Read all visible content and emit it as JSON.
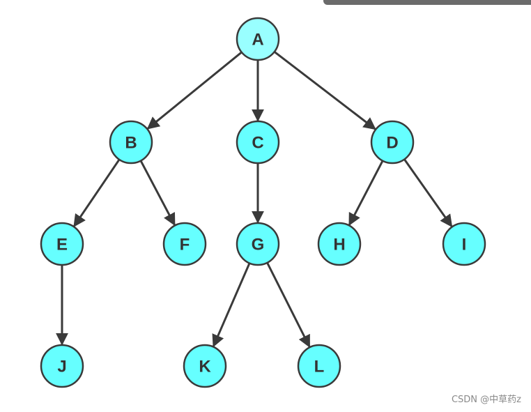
{
  "colors": {
    "node_fill": "#66ffff",
    "root_fill": "#99ffff",
    "stroke": "#3a3a3a"
  },
  "diagram": {
    "type": "tree",
    "nodes": [
      {
        "id": "A",
        "label": "A"
      },
      {
        "id": "B",
        "label": "B"
      },
      {
        "id": "C",
        "label": "C"
      },
      {
        "id": "D",
        "label": "D"
      },
      {
        "id": "E",
        "label": "E"
      },
      {
        "id": "F",
        "label": "F"
      },
      {
        "id": "G",
        "label": "G"
      },
      {
        "id": "H",
        "label": "H"
      },
      {
        "id": "I",
        "label": "I"
      },
      {
        "id": "J",
        "label": "J"
      },
      {
        "id": "K",
        "label": "K"
      },
      {
        "id": "L",
        "label": "L"
      }
    ],
    "edges": [
      [
        "A",
        "B"
      ],
      [
        "A",
        "C"
      ],
      [
        "A",
        "D"
      ],
      [
        "B",
        "E"
      ],
      [
        "B",
        "F"
      ],
      [
        "C",
        "G"
      ],
      [
        "D",
        "H"
      ],
      [
        "D",
        "I"
      ],
      [
        "E",
        "J"
      ],
      [
        "G",
        "K"
      ],
      [
        "G",
        "L"
      ]
    ]
  },
  "watermark": "CSDN @中草药z"
}
